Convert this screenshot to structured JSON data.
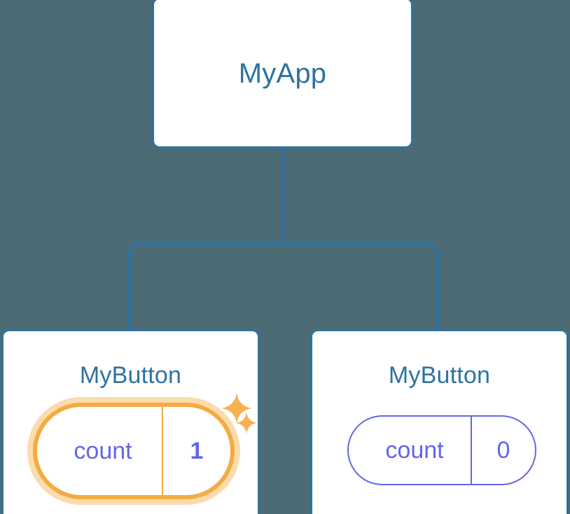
{
  "diagram": {
    "title": "Component tree with reactive state",
    "type": "component-tree",
    "background_color": "#4c6b75",
    "node_border_color": "#2e73a0",
    "node_label_color": "#2e73a0",
    "state_color": "#6366e8",
    "highlight_color": "#f5ab40",
    "highlight_glow_color": "#fbdcae",
    "connector_color": "#2e73a0"
  },
  "root": {
    "label": "MyApp"
  },
  "children": [
    {
      "label": "MyButton",
      "state": {
        "key": "count",
        "value": "1"
      },
      "highlighted": "true",
      "sparkles": [
        {
          "name": "sparkle-large"
        },
        {
          "name": "sparkle-small"
        }
      ]
    },
    {
      "label": "MyButton",
      "state": {
        "key": "count",
        "value": "0"
      },
      "highlighted": "false"
    }
  ]
}
